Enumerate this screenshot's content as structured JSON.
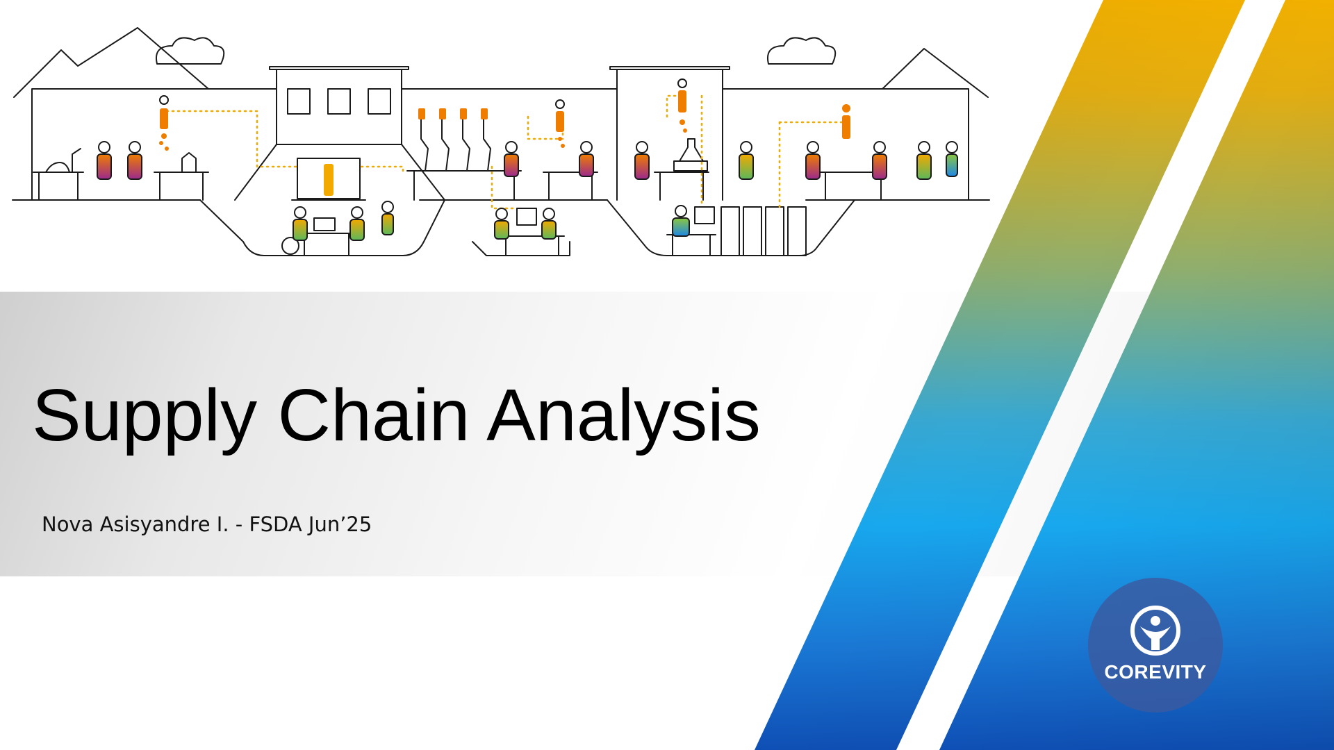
{
  "slide": {
    "title": "Supply Chain Analysis",
    "subtitle": "Nova Asisyandre I. - FSDA Jun’25"
  },
  "logo": {
    "name": "COREVITY",
    "icon": "corevity-person-icon"
  },
  "colors": {
    "stripe_top": "#f2b000",
    "stripe_mid": "#18a8ee",
    "stripe_bottom": "#0f4fb5",
    "logo_circle": "#3a5aa0",
    "accent_orange": "#ef7d00",
    "accent_green": "#8cc63f",
    "line_dark": "#1a1a1a"
  },
  "illustration": {
    "subject": "laboratory-and-office-line-art"
  }
}
